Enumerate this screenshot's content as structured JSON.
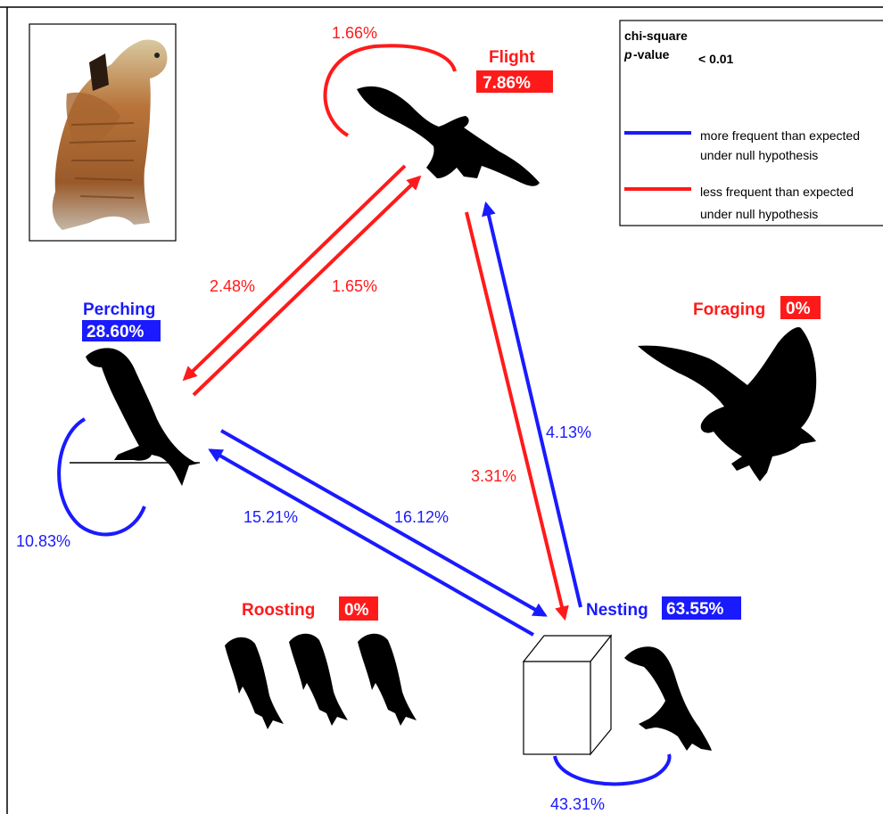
{
  "colors": {
    "blue": "#1a1aff",
    "red": "#ff1a1a",
    "black": "#000000"
  },
  "legend": {
    "title": "chi-square",
    "p_label_italic": "p",
    "p_label_rest": "-value",
    "p_value": "< 0.01",
    "blue_line1": "more frequent than expected",
    "blue_line2": "under null hypothesis",
    "red_line1": "less frequent than expected",
    "red_line2": "under null hypothesis"
  },
  "states": {
    "flight": {
      "name": "Flight",
      "value": "7.86%"
    },
    "perching": {
      "name": "Perching",
      "value": "28.60%"
    },
    "foraging": {
      "name": "Foraging",
      "value": "0%"
    },
    "roosting": {
      "name": "Roosting",
      "value": "0%"
    },
    "nesting": {
      "name": "Nesting",
      "value": "63.55%"
    }
  },
  "transitions": {
    "flight_self": "1.66%",
    "perching_self": "10.83%",
    "nesting_self": "43.31%",
    "perching_to_flight": "1.65%",
    "flight_to_perching": "2.48%",
    "nesting_to_flight": "4.13%",
    "flight_to_nesting": "3.31%",
    "nesting_to_perching": "15.21%",
    "perching_to_nesting": "16.12%"
  },
  "icons": {
    "photo": "kestrel-photo",
    "flight": "flying-bird-icon",
    "perching": "perching-bird-icon",
    "foraging": "foraging-bird-icon",
    "roosting": "roosting-birds-icon",
    "nesting": "nesting-bird-icon",
    "nest_box": "nest-box-icon"
  }
}
